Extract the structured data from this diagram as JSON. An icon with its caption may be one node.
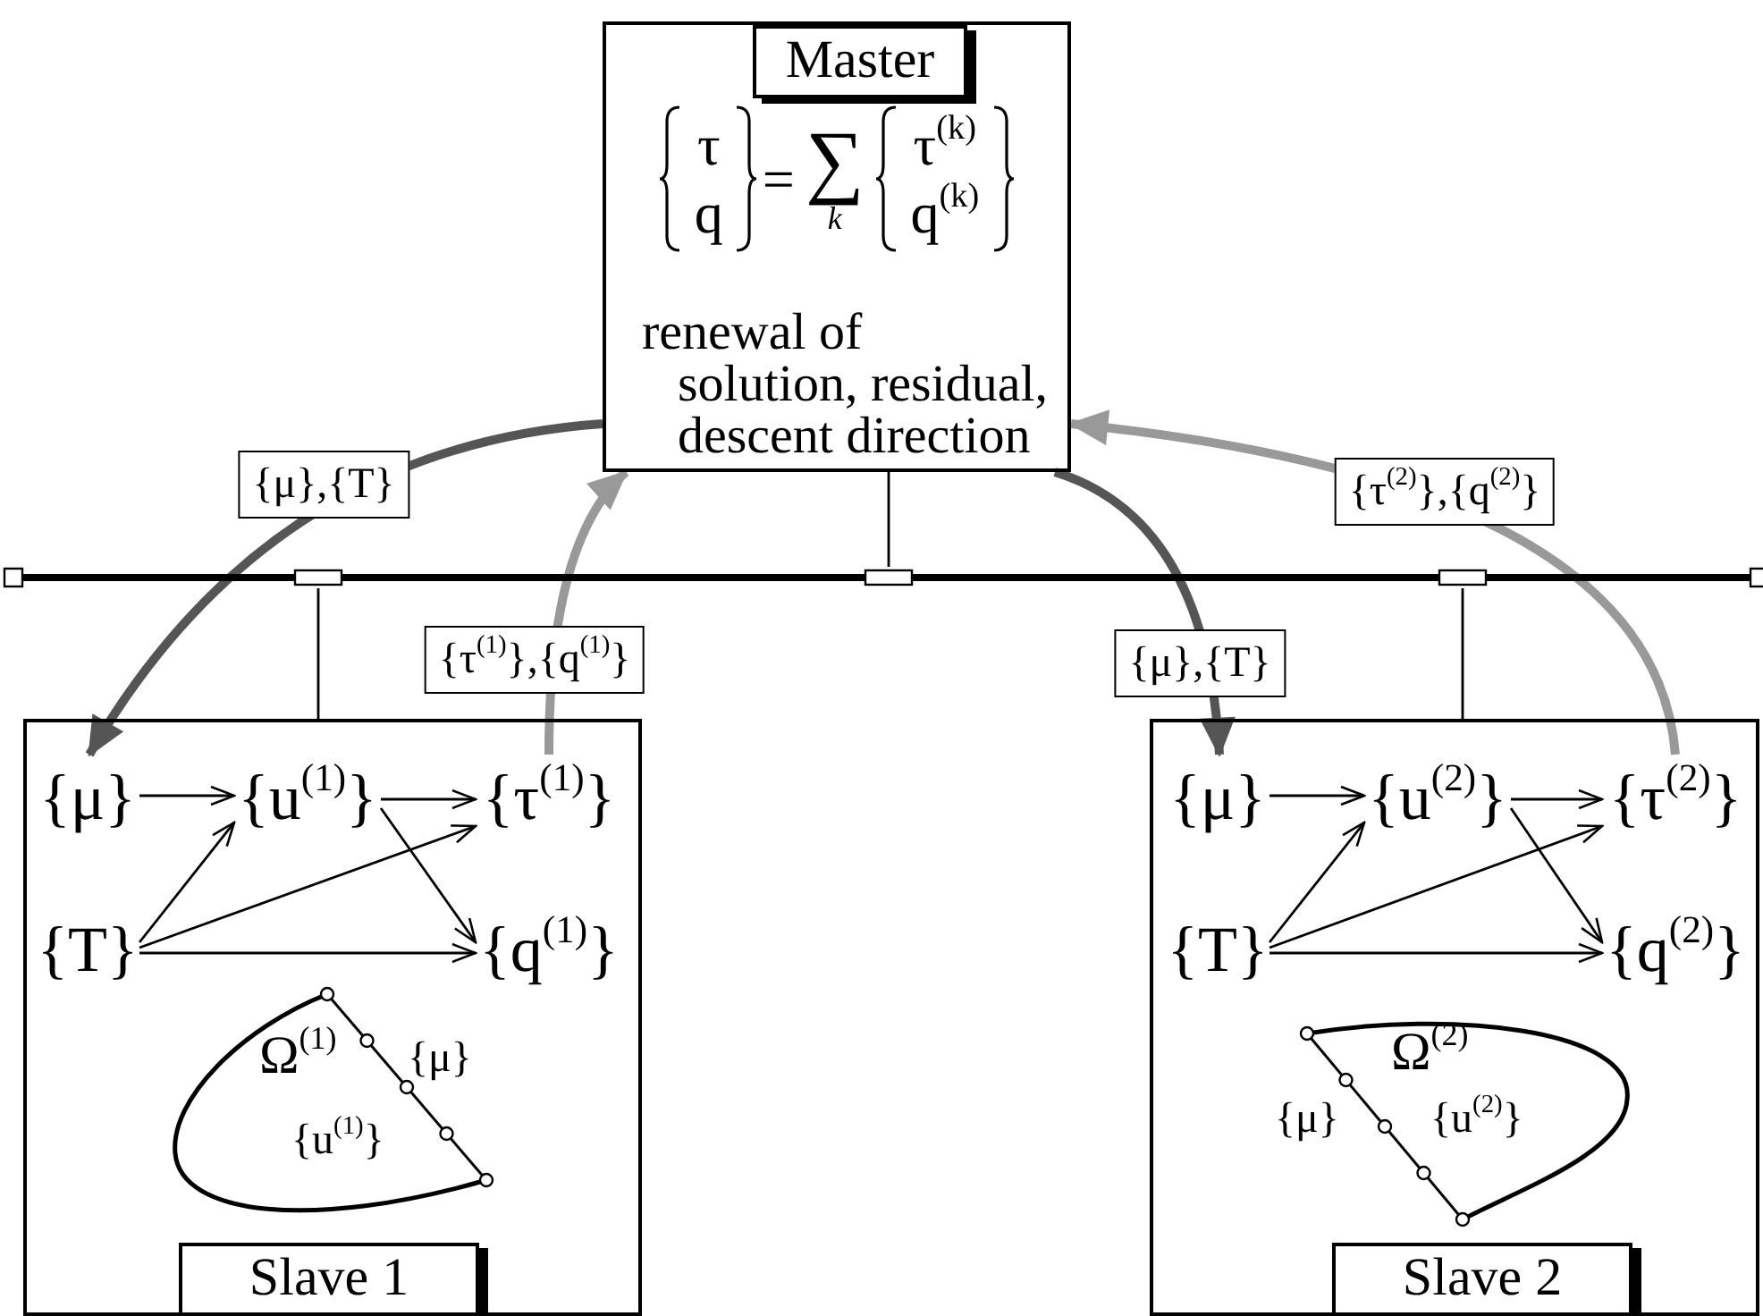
{
  "diagram": {
    "nodes": [
      {
        "text": [
          "Master",
          "τ",
          "q",
          "=",
          "∑",
          "k",
          "τ$^{(k)}$",
          "q$^{(k)}$",
          "renewal of solution, residual, descent direction"
        ]
      },
      {
        "text": [],
        "shape": "bar"
      },
      {
        "text": [
          "Slave 1"
        ]
      },
      {
        "text": [
          "{μ}"
        ],
        "in": 2
      },
      {
        "text": [
          "{u$^{(1)}$}"
        ],
        "in": 2
      },
      {
        "text": [
          "{τ$^{(1)}$}"
        ],
        "in": 2
      },
      {
        "text": [
          "{T}"
        ],
        "in": 2
      },
      {
        "text": [
          "{q$^{(1)}$}"
        ],
        "in": 2
      },
      {
        "text": [
          "Ω$^{(1)}$",
          "{μ}",
          "{u$^{(1)}$}"
        ],
        "in": 2
      },
      {
        "text": [
          "Slave 2"
        ]
      },
      {
        "text": [
          "{μ}"
        ],
        "in": 9
      },
      {
        "text": [
          "{u$^{(2)}$}"
        ],
        "in": 9
      },
      {
        "text": [
          "{τ$^{(2)}$}"
        ],
        "in": 9
      },
      {
        "text": [
          "{T}"
        ],
        "in": 9
      },
      {
        "text": [
          "{q$^{(2)}$}"
        ],
        "in": 9
      },
      {
        "text": [
          "Ω$^{(2)}$",
          "{μ}",
          "{u$^{(2)}$}"
        ],
        "in": 9
      }
    ],
    "edges": [
      {
        "from": 0,
        "to": 1,
        "arrow": "none"
      },
      {
        "from": 1,
        "to": 2,
        "arrow": "none"
      },
      {
        "from": 1,
        "to": 9,
        "arrow": "none"
      },
      {
        "from": 0,
        "to": 3,
        "arrow": "to",
        "label": "{μ},{T}",
        "style": "thick",
        "color": "#555555"
      },
      {
        "from": 5,
        "to": 0,
        "arrow": "to",
        "label": "{τ$^{(1)}$},{q$^{(1)}$}",
        "style": "thick",
        "color": "#999999"
      },
      {
        "from": 0,
        "to": 10,
        "arrow": "to",
        "label": "{μ},{T}",
        "style": "thick",
        "color": "#555555"
      },
      {
        "from": 12,
        "to": 0,
        "arrow": "to",
        "label": "{τ$^{(2)}$},{q$^{(2)}$}",
        "style": "thick",
        "color": "#999999"
      },
      {
        "from": 3,
        "to": 4,
        "arrow": "to"
      },
      {
        "from": 6,
        "to": 4,
        "arrow": "to"
      },
      {
        "from": 4,
        "to": 5,
        "arrow": "to"
      },
      {
        "from": 6,
        "to": 5,
        "arrow": "to"
      },
      {
        "from": 4,
        "to": 7,
        "arrow": "to"
      },
      {
        "from": 6,
        "to": 7,
        "arrow": "to"
      },
      {
        "from": 10,
        "to": 11,
        "arrow": "to"
      },
      {
        "from": 13,
        "to": 11,
        "arrow": "to"
      },
      {
        "from": 11,
        "to": 12,
        "arrow": "to"
      },
      {
        "from": 13,
        "to": 12,
        "arrow": "to"
      },
      {
        "from": 11,
        "to": 14,
        "arrow": "to"
      },
      {
        "from": 13,
        "to": 14,
        "arrow": "to"
      }
    ]
  }
}
